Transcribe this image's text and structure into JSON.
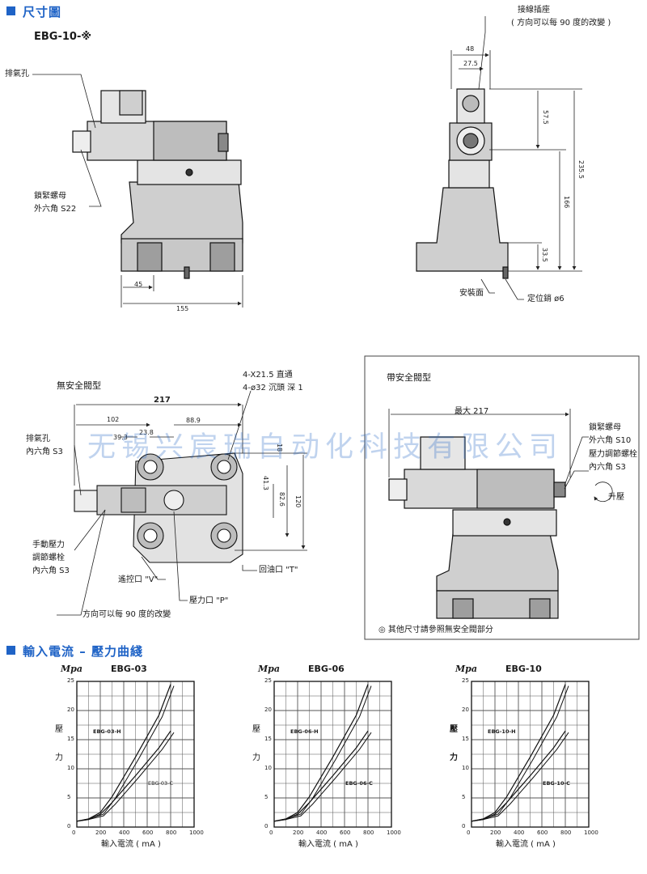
{
  "sections": {
    "dimensions_title": "尺寸圖",
    "curves_title": "輸入電流 – 壓力曲綫"
  },
  "model_code": "EBG-10-※",
  "top_left": {
    "vent_hole": "排氣孔",
    "lock_nut_line1": "鎖緊螺母",
    "lock_nut_line2": "外六角  S22",
    "dim_45": "45",
    "dim_155": "155"
  },
  "top_right": {
    "connector_line1": "接線插座",
    "connector_line2": "( 方向可以每 90 度的改變 )",
    "dim_48": "48",
    "dim_27_5": "27.5",
    "dim_57_5": "57.5",
    "dim_235_5": "235.5",
    "dim_166": "166",
    "dim_33_5": "33.5",
    "mount_face": "安裝面",
    "locating_pin": "定位銷  ø6"
  },
  "mid_left": {
    "title": "無安全閥型",
    "bolt_line1": "4-X21.5 直通",
    "bolt_line2": "4-ø32 沉頭 深 1",
    "dim_217": "217",
    "dim_102": "102",
    "dim_39_3": "39.3",
    "dim_23_8": "23.8",
    "dim_88_9": "88.9",
    "dim_18": "18",
    "dim_41_3": "41.3",
    "dim_82_6": "82.6",
    "dim_120": "120",
    "vent_line1": "排氣孔",
    "vent_line2": "內六角  S3",
    "manual_line1": "手動壓力",
    "manual_line2": "調節螺栓",
    "manual_line3": "內六角  S3",
    "return_port": "回油口  \"T\"",
    "remote_port": "遙控口  \"V\"",
    "pressure_port": "壓力口  \"P\"",
    "direction_note": "方向可以每 90 度的改變"
  },
  "mid_right": {
    "title": "帶安全閥型",
    "max_dim": "最大  217",
    "lock_nut_line1": "鎖緊螺母",
    "lock_nut_line2": "外六角  S10",
    "relief_line1": "壓力調節螺栓",
    "relief_line2": "內六角  S3",
    "raise_pressure": "升壓",
    "note": "◎ 其他尺寸請參照無安全閥部分"
  },
  "watermark": "无锡兴宸瑞自动化科技有限公司",
  "charts": {
    "x_caption": "輸入電流 ( mA )",
    "y_label_1": "壓",
    "y_label_2": "力",
    "unit": "Mpa",
    "x_ticks": [
      "0",
      "200",
      "400",
      "600",
      "800",
      "1000"
    ],
    "y_ticks": [
      "0",
      "5",
      "10",
      "15",
      "20",
      "25"
    ]
  },
  "chart_data": [
    {
      "type": "line",
      "title": "EBG-03",
      "ylabel": "Mpa",
      "xlabel": "輸入電流 ( mA )",
      "xlim": [
        0,
        1000
      ],
      "ylim": [
        0,
        25
      ],
      "series": [
        {
          "name": "EBG-03-H",
          "x": [
            0,
            100,
            200,
            300,
            400,
            500,
            600,
            700,
            800
          ],
          "y": [
            1.0,
            1.4,
            2.5,
            5.2,
            8.6,
            12.0,
            15.6,
            19.2,
            24.5
          ]
        },
        {
          "name": "EBG-03-C",
          "x": [
            0,
            100,
            200,
            300,
            400,
            500,
            600,
            700,
            800
          ],
          "y": [
            1.0,
            1.3,
            2.2,
            4.2,
            6.5,
            8.8,
            11.2,
            13.6,
            16.5
          ]
        }
      ]
    },
    {
      "type": "line",
      "title": "EBG-06",
      "ylabel": "Mpa",
      "xlabel": "輸入電流 ( mA )",
      "xlim": [
        0,
        1000
      ],
      "ylim": [
        0,
        25
      ],
      "series": [
        {
          "name": "EBG-06-H",
          "x": [
            0,
            100,
            200,
            300,
            400,
            500,
            600,
            700,
            800
          ],
          "y": [
            1.0,
            1.4,
            2.5,
            5.2,
            8.6,
            12.0,
            15.6,
            19.2,
            24.5
          ]
        },
        {
          "name": "EBG-06-C",
          "x": [
            0,
            100,
            200,
            300,
            400,
            500,
            600,
            700,
            800
          ],
          "y": [
            1.0,
            1.3,
            2.2,
            4.2,
            6.5,
            8.8,
            11.2,
            13.6,
            16.5
          ]
        }
      ]
    },
    {
      "type": "line",
      "title": "EBG-10",
      "ylabel": "Mpa",
      "xlabel": "輸入電流 ( mA )",
      "xlim": [
        0,
        1000
      ],
      "ylim": [
        0,
        25
      ],
      "series": [
        {
          "name": "EBG-10-H",
          "x": [
            0,
            100,
            200,
            300,
            400,
            500,
            600,
            700,
            800
          ],
          "y": [
            1.0,
            1.4,
            2.5,
            5.2,
            8.6,
            12.0,
            15.6,
            19.2,
            24.5
          ]
        },
        {
          "name": "EBG-10-C",
          "x": [
            0,
            100,
            200,
            300,
            400,
            500,
            600,
            700,
            800
          ],
          "y": [
            1.0,
            1.3,
            2.2,
            4.2,
            6.5,
            8.8,
            11.2,
            13.6,
            16.5
          ]
        }
      ]
    }
  ]
}
